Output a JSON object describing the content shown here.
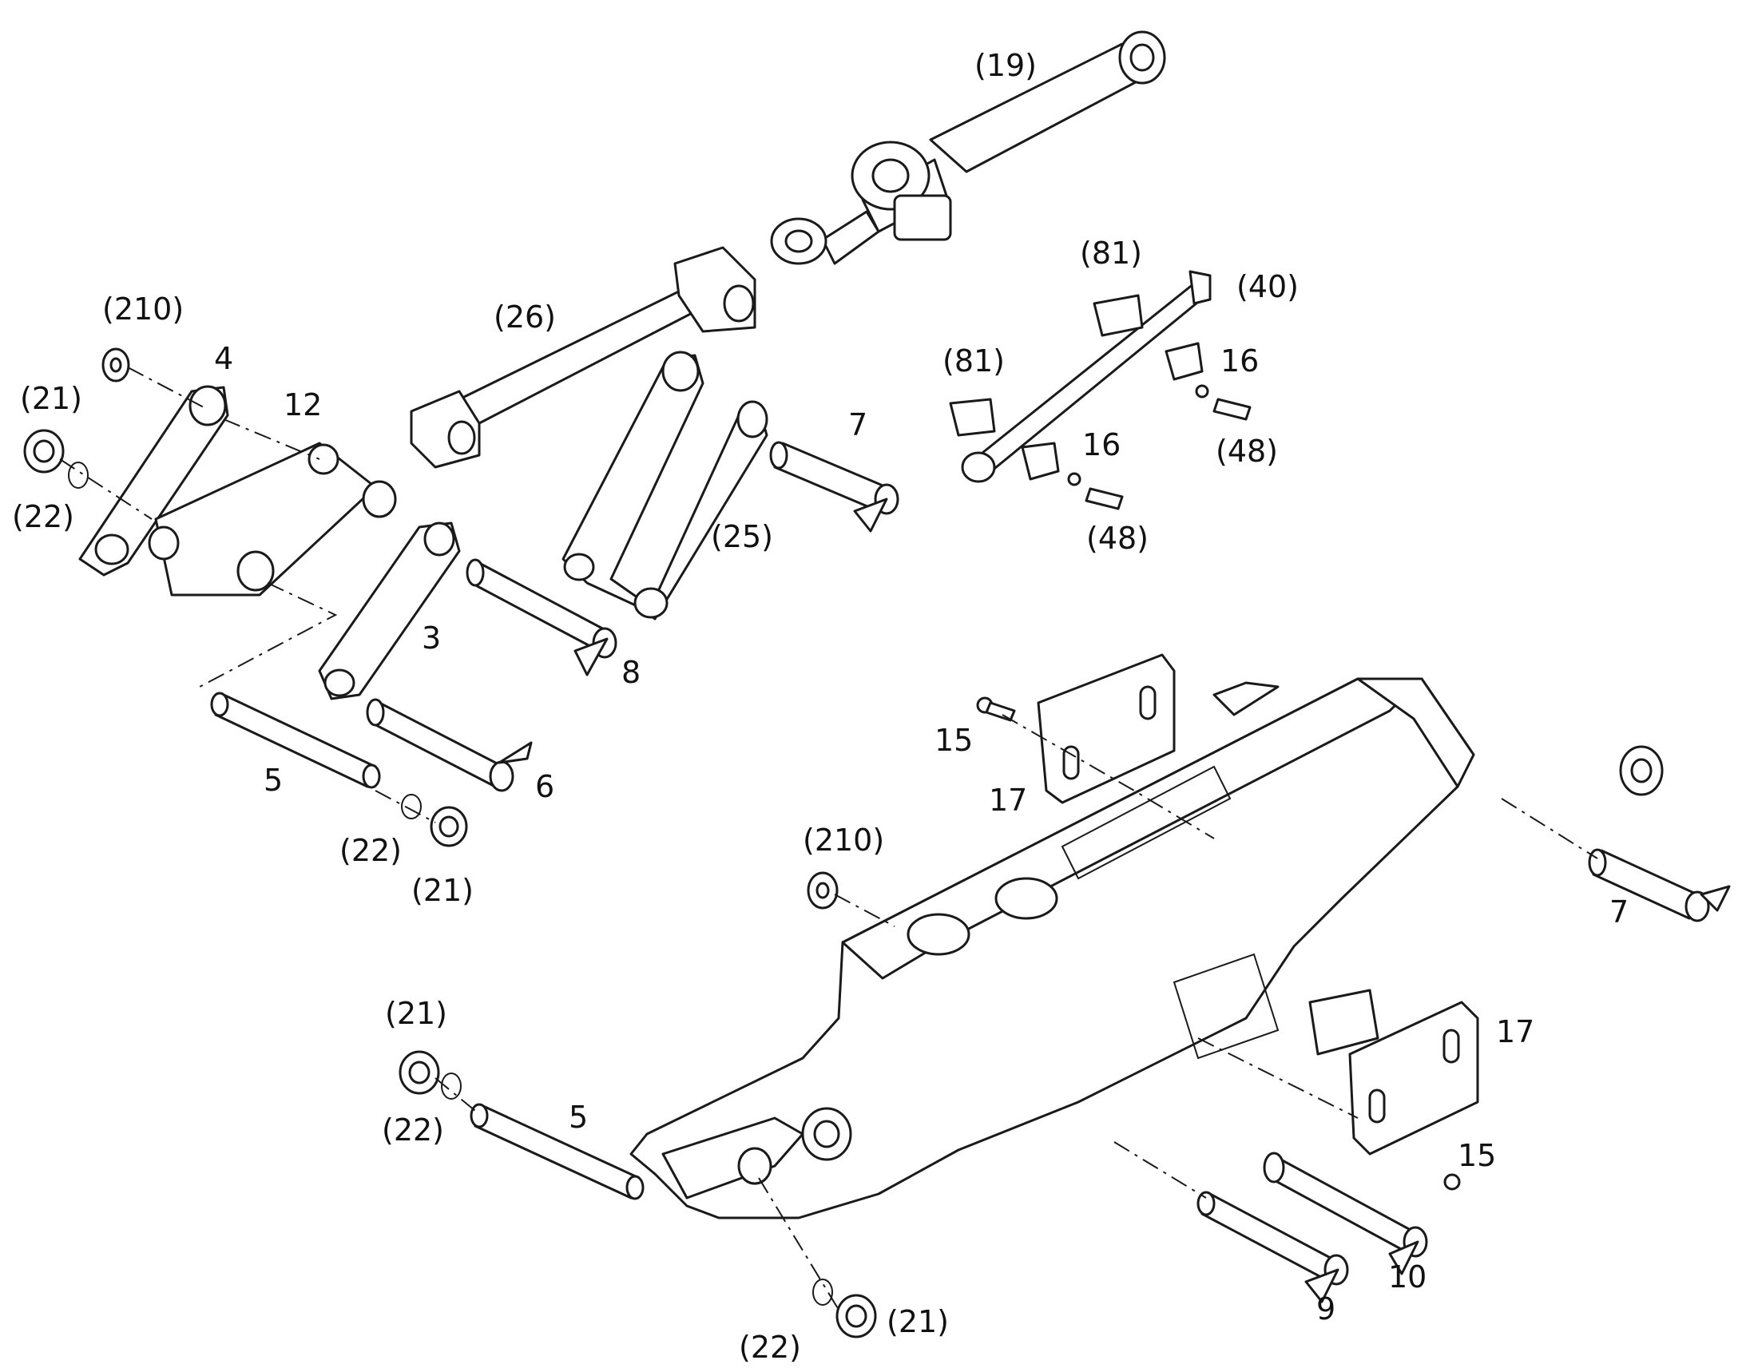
{
  "diagram": {
    "labels": {
      "l19": "(19)",
      "l26": "(26)",
      "l210a": "(210)",
      "l4": "4",
      "l12": "12",
      "l21a": "(21)",
      "l22a": "(22)",
      "l25": "(25)",
      "l7a": "7",
      "l81a": "(81)",
      "l40": "(40)",
      "l81b": "(81)",
      "l16a": "16",
      "l48a": "(48)",
      "l16b": "16",
      "l48b": "(48)",
      "l3": "3",
      "l8": "8",
      "l5a": "5",
      "l6": "6",
      "l22b": "(22)",
      "l21b": "(21)",
      "l15a": "15",
      "l17a": "17",
      "l210b": "(210)",
      "l7b": "7",
      "l21c": "(21)",
      "l17b": "17",
      "l22c": "(22)",
      "l5b": "5",
      "l15b": "15",
      "l10": "10",
      "l9": "9",
      "l22d": "(22)",
      "l21d": "(21)"
    }
  }
}
